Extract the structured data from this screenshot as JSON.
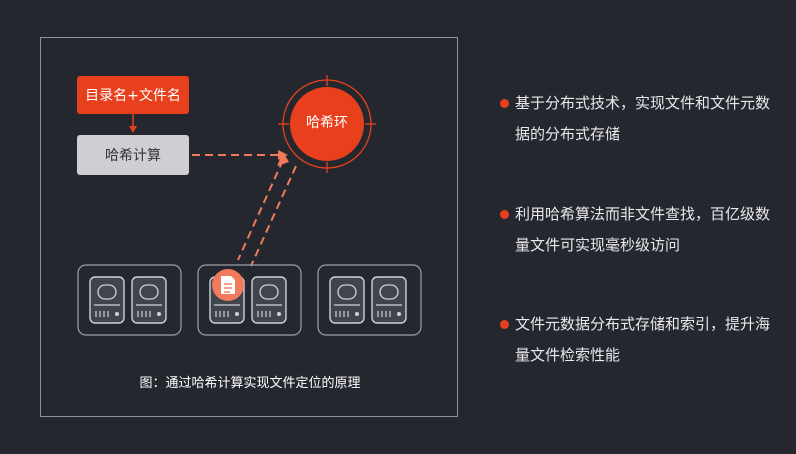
{
  "diagram": {
    "input_label": "目录名+文件名",
    "compute_label": "哈希计算",
    "ring_label": "哈希环",
    "caption": "图：通过哈希计算实现文件定位的原理",
    "server_groups": 3,
    "drives_per_group": 2
  },
  "bullets": [
    {
      "text": "基于分布式技术，实现文件和文件元数据的分布式存储"
    },
    {
      "text": "利用哈希算法而非文件查找，百亿级数量文件可实现毫秒级访问"
    },
    {
      "text": "文件元数据分布式存储和索引，提升海量文件检索性能"
    }
  ],
  "colors": {
    "accent": "#e8401c",
    "background": "#25272f",
    "frame": "#8f939c",
    "compute_box": "#cfcfd3"
  }
}
